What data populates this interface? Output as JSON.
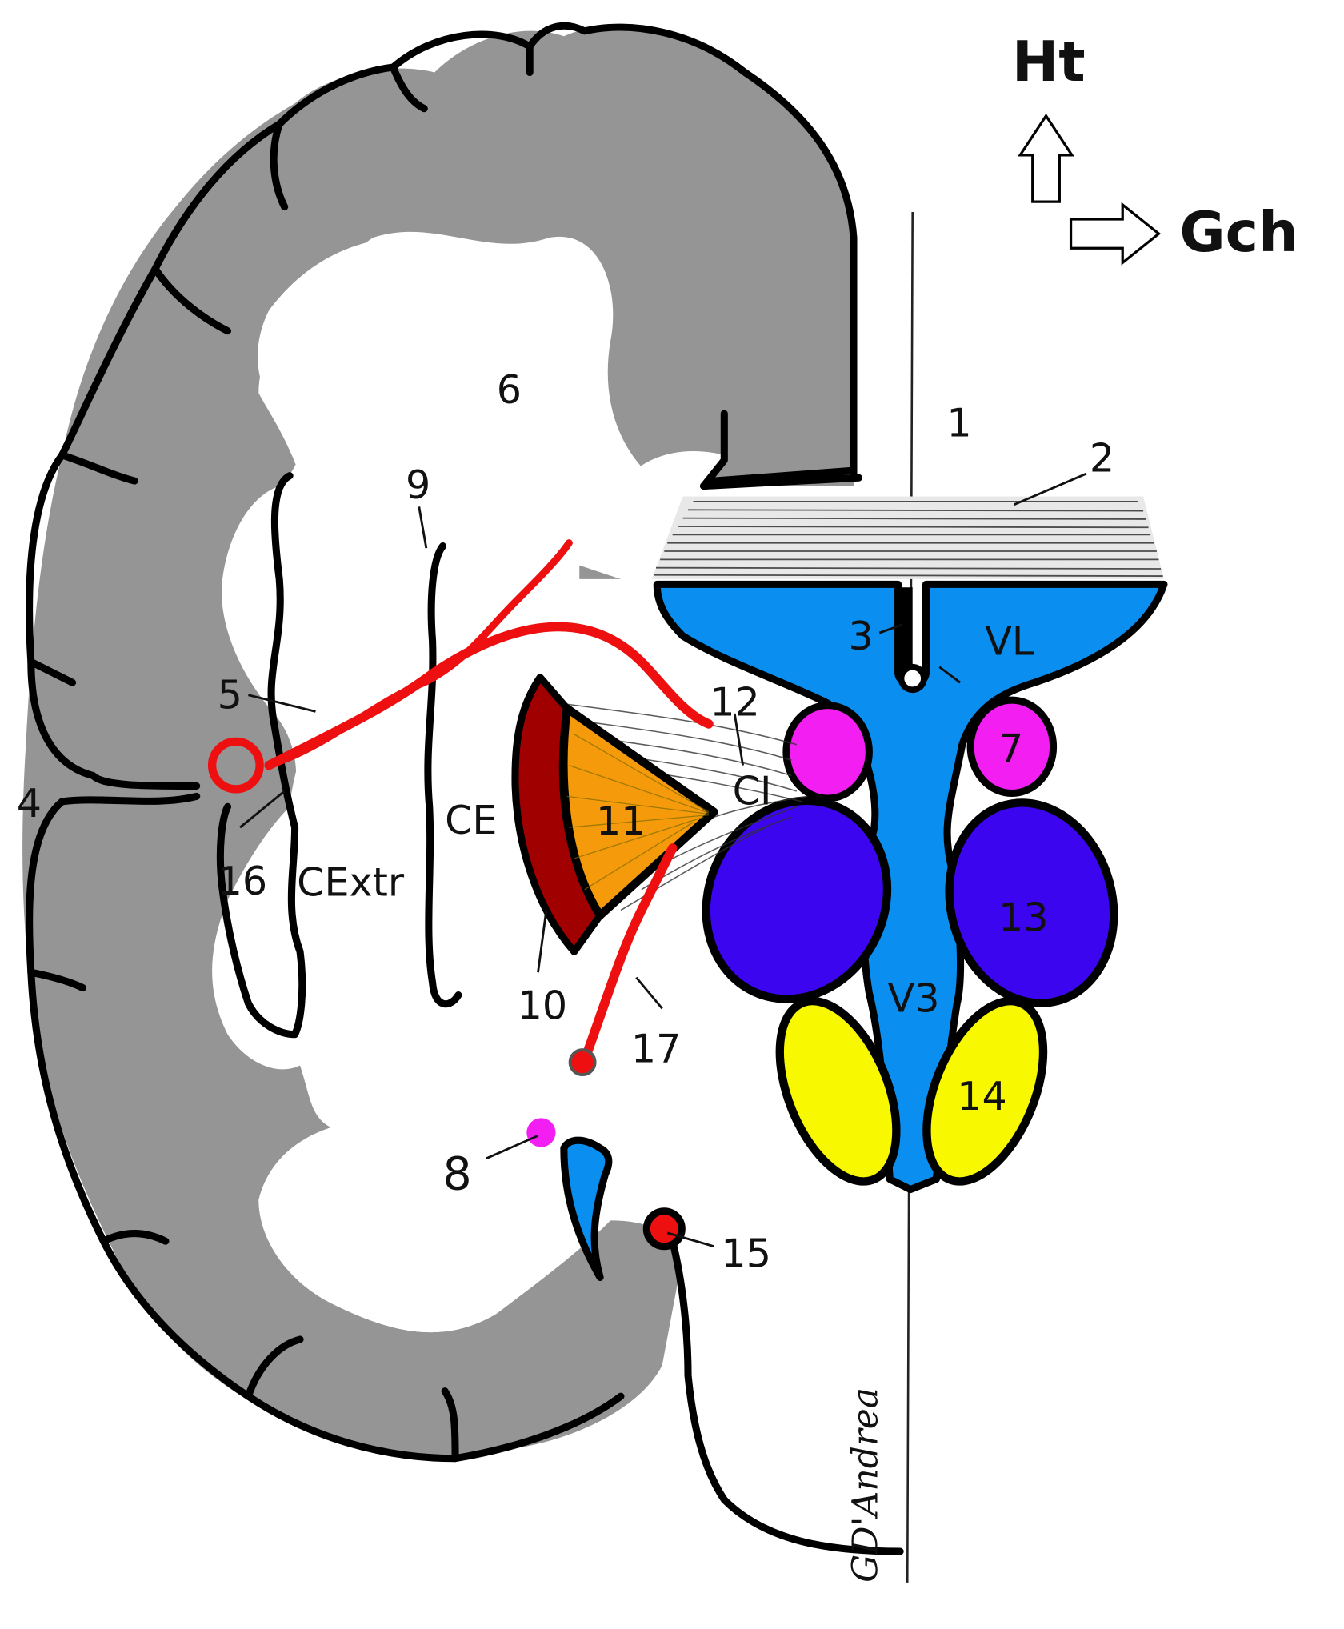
{
  "figure": {
    "orientation": {
      "up_label": "Ht",
      "right_label": "Gch"
    },
    "signature": "GD'Andrea",
    "colors": {
      "cortex_gray": "#959595",
      "ventricle_blue": "#0a8ef0",
      "fornix_magenta": "#f21ef2",
      "thalamus_violet": "#3c05f0",
      "yellow_nucleus": "#f8f800",
      "claustrum_darkred": "#a00000",
      "putamen_orange": "#f59a0a",
      "artery_red": "#ee1010"
    },
    "labels": {
      "l1": "1",
      "l2": "2",
      "l3": "3",
      "l4": "4",
      "l5": "5",
      "l6": "6",
      "l7": "7",
      "l8": "8",
      "l9": "9",
      "l10": "10",
      "l11": "11",
      "l12": "12",
      "l13": "13",
      "l14": "14",
      "l15": "15",
      "l16": "16",
      "l17": "17",
      "vl": "VL",
      "v3": "V3",
      "ci": "CI",
      "ce": "CE",
      "cextr": "CExtr"
    }
  }
}
